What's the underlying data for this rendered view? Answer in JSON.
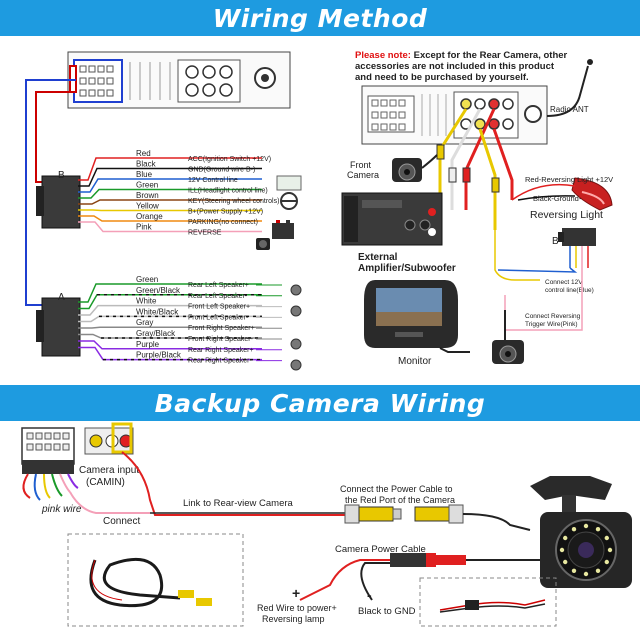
{
  "titles": {
    "wiring": "Wiring Method",
    "backup": "Backup Camera Wiring"
  },
  "connector_b": {
    "label": "B",
    "wires": [
      {
        "color_name": "Red",
        "function": "ACC(Ignition Switch +12V)",
        "hex": "#e02020"
      },
      {
        "color_name": "Black",
        "function": "GND(Ground wire B-)",
        "hex": "#111111"
      },
      {
        "color_name": "Blue",
        "function": "12V Control line",
        "hex": "#1f5fd0"
      },
      {
        "color_name": "Green",
        "function": "ILL(Headlight control line)",
        "hex": "#1a9a2a"
      },
      {
        "color_name": "Brown",
        "function": "KEY(Steering wheel controls)",
        "hex": "#8b4513"
      },
      {
        "color_name": "Yellow",
        "function": "B+(Power Supply +12V)",
        "hex": "#e8c800"
      },
      {
        "color_name": "Orange",
        "function": "PARKING(no connect)",
        "hex": "#f08a10"
      },
      {
        "color_name": "Pink",
        "function": "REVERSE",
        "hex": "#f4a0b8"
      }
    ]
  },
  "connector_a": {
    "label": "A",
    "wires": [
      {
        "color_name": "Green",
        "function": "Rear Left Speaker+",
        "hex": "#1a9a2a"
      },
      {
        "color_name": "Green/Black",
        "function": "Rear Left Speaker-",
        "hex": "#1a9a2a"
      },
      {
        "color_name": "White",
        "function": "Front Left Speaker+",
        "hex": "#bbbbbb"
      },
      {
        "color_name": "White/Black",
        "function": "Front Left Speaker-",
        "hex": "#bbbbbb"
      },
      {
        "color_name": "Gray",
        "function": "Front Right Speaker+",
        "hex": "#888888"
      },
      {
        "color_name": "Gray/Black",
        "function": "Front Right Speaker-",
        "hex": "#888888"
      },
      {
        "color_name": "Purple",
        "function": "Rear Right Speaker+",
        "hex": "#8a2be2"
      },
      {
        "color_name": "Purple/Black",
        "function": "Rear Right Speaker-",
        "hex": "#8a2be2"
      }
    ]
  },
  "note": {
    "prefix": "Please note:",
    "line1": " Except for the Rear Camera, other",
    "line2": "accessories are not included in this product",
    "line3": "and need to be purchased by yourself."
  },
  "devices": {
    "radio_ant": "Radio ANT",
    "front_camera_1": "Front",
    "front_camera_2": "Camera",
    "amp_1": "External",
    "amp_2": "Amplifier/Subwoofer",
    "monitor": "Monitor",
    "reversing_light": "Reversing Light",
    "red_reversing": "Red-Reversing Light +12V",
    "black_ground": "Black-Ground-",
    "b_label": "B",
    "connect_12v_1": "Connect 12V",
    "connect_12v_2": "control line(Blue)",
    "connect_trig_1": "Connect Reversing",
    "connect_trig_2": "Trigger Wire(Pink)"
  },
  "backup": {
    "camera_input_1": "Camera input",
    "camera_input_2": "(CAMIN)",
    "pink_wire": "pink wire",
    "connect": "Connect",
    "link": "Link to Rear-view Camera",
    "power_note_1": "Connect the Power Cable to",
    "power_note_2": "the Red Port of the Camera",
    "power_cable": "Camera Power Cable",
    "plus": "+",
    "red_wire_1": "Red Wire to power+",
    "red_wire_2": "Reversing lamp",
    "minus": "-",
    "black_gnd": "Black to GND"
  }
}
